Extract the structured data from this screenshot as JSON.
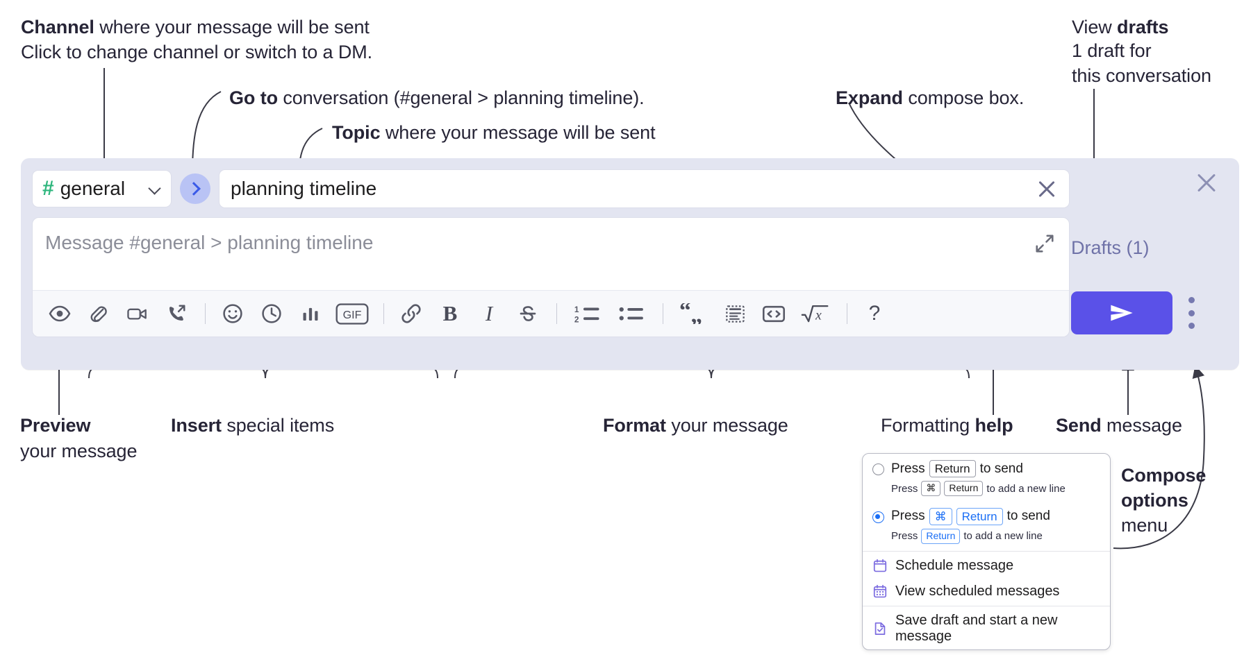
{
  "annotations": {
    "channel": {
      "bold": "Channel",
      "rest": " where your message will be sent",
      "italic": "Click to change channel or switch to a DM."
    },
    "goto": {
      "bold": "Go to",
      "rest": " conversation (#general > planning timeline)."
    },
    "topic": {
      "bold": "Topic",
      "rest": " where your message will be sent"
    },
    "expand": {
      "bold": "Expand",
      "rest": " compose box."
    },
    "drafts": {
      "line1_plain": "View ",
      "line1_bold": "drafts",
      "line2": "1 draft for",
      "line3": "this conversation"
    },
    "preview": {
      "bold": "Preview",
      "line2": "your message"
    },
    "insert": {
      "bold": "Insert",
      "rest": " special items"
    },
    "format": {
      "bold": "Format",
      "rest": " your message"
    },
    "help": {
      "plain": "Formatting ",
      "bold": "help"
    },
    "send": {
      "bold": "Send",
      "rest": " message"
    },
    "compose_options": {
      "bold1": "Compose",
      "bold2": "options",
      "plain": "menu"
    }
  },
  "compose": {
    "channel_name": "general",
    "channel_hash": "#",
    "topic_value": "planning timeline",
    "message_placeholder": "Message #general > planning timeline",
    "drafts_label": "Drafts (1)",
    "icons": {
      "chevron_down": "chevron-down-icon",
      "goto_arrow": "goto-arrow-icon",
      "clear_topic": "close-icon",
      "expand": "expand-icon",
      "close_compose": "close-icon",
      "send": "send-icon",
      "overflow": "kebab-menu-icon"
    },
    "toolbar_items": [
      {
        "name": "preview-icon",
        "label": "Preview"
      },
      {
        "name": "attachment-icon",
        "label": "Attach file"
      },
      {
        "name": "video-clip-icon",
        "label": "Record video clip"
      },
      {
        "name": "audio-clip-icon",
        "label": "Record audio clip"
      },
      {
        "name": "separator",
        "label": ""
      },
      {
        "name": "emoji-icon",
        "label": "Emoji"
      },
      {
        "name": "clock-icon",
        "label": "Reminder"
      },
      {
        "name": "poll-icon",
        "label": "Poll"
      },
      {
        "name": "gif-icon",
        "label": "GIF"
      },
      {
        "name": "separator",
        "label": ""
      },
      {
        "name": "link-icon",
        "label": "Link"
      },
      {
        "name": "bold-icon",
        "label": "Bold"
      },
      {
        "name": "italic-icon",
        "label": "Italic"
      },
      {
        "name": "strikethrough-icon",
        "label": "Strikethrough"
      },
      {
        "name": "separator",
        "label": ""
      },
      {
        "name": "ordered-list-icon",
        "label": "Ordered list"
      },
      {
        "name": "bulleted-list-icon",
        "label": "Bulleted list"
      },
      {
        "name": "separator",
        "label": ""
      },
      {
        "name": "blockquote-icon",
        "label": "Blockquote"
      },
      {
        "name": "code-block-icon",
        "label": "Code block"
      },
      {
        "name": "inline-code-icon",
        "label": "Code"
      },
      {
        "name": "math-icon",
        "label": "Math"
      },
      {
        "name": "separator",
        "label": ""
      },
      {
        "name": "help-icon",
        "label": "?"
      }
    ],
    "gif_label": "GIF",
    "help_glyph": "?",
    "ordered_list_digits": [
      "1",
      "2"
    ]
  },
  "popup": {
    "option1": {
      "pre": "Press",
      "key": "Return",
      "post": "to send",
      "sub_pre": "Press",
      "sub_key1": "⌘",
      "sub_key2": "Return",
      "sub_post": "to add a new line",
      "selected": false
    },
    "option2": {
      "pre": "Press",
      "key1": "⌘",
      "key2": "Return",
      "post": "to send",
      "sub_pre": "Press",
      "sub_key": "Return",
      "sub_post": "to add a new line",
      "selected": true
    },
    "menu_items": [
      {
        "icon": "calendar-icon",
        "label": "Schedule message"
      },
      {
        "icon": "calendar-grid-icon",
        "label": "View scheduled messages"
      },
      {
        "icon": "save-draft-icon",
        "label": "Save draft and start a new message"
      }
    ]
  },
  "colors": {
    "compose_bg": "#e3e5f1",
    "send_purple": "#5a51e8",
    "hash_green": "#2eb67d",
    "goto_circle": "#b9c3f5",
    "drafts_text": "#6f72a8",
    "radio_blue": "#1a6ef5",
    "menu_icon_purple": "#7c6ce0",
    "annotation_text": "#262436"
  }
}
